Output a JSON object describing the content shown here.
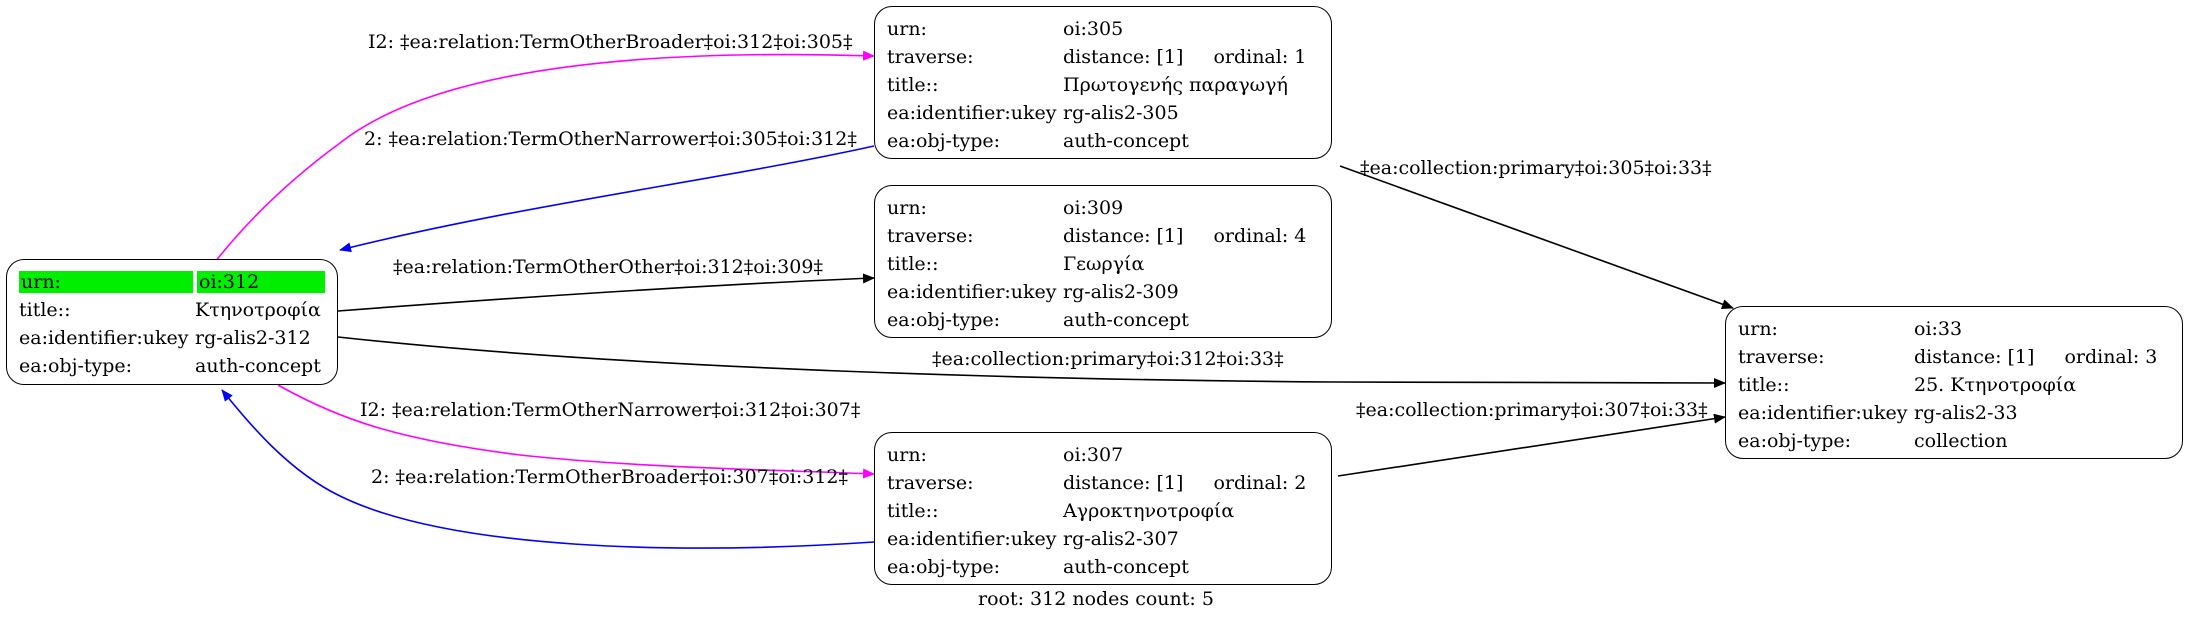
{
  "colors": {
    "broader": "#ff00ff",
    "narrower": "#0000ff",
    "default": "#000000",
    "highlight": "#00ee00"
  },
  "nodes": {
    "n312": {
      "rows": [
        {
          "key": "urn:",
          "value": "oi:312"
        },
        {
          "key": "title::",
          "value": "Κτηνοτροφία"
        },
        {
          "key": "ea:identifier:ukey",
          "value": "rg-alis2-312"
        },
        {
          "key": "ea:obj-type:",
          "value": "auth-concept"
        }
      ]
    },
    "n305": {
      "urn": "oi:305",
      "distance": "distance: [1]",
      "ordinal": "ordinal: 1",
      "title": "Πρωτογενής παραγωγή",
      "ukey": "rg-alis2-305",
      "type": "auth-concept"
    },
    "n309": {
      "urn": "oi:309",
      "distance": "distance: [1]",
      "ordinal": "ordinal: 4",
      "title": "Γεωργία",
      "ukey": "rg-alis2-309",
      "type": "auth-concept"
    },
    "n307": {
      "urn": "oi:307",
      "distance": "distance: [1]",
      "ordinal": "ordinal: 2",
      "title": "Αγροκτηνοτροφία",
      "ukey": "rg-alis2-307",
      "type": "auth-concept"
    },
    "n33": {
      "urn": "oi:33",
      "distance": "distance: [1]",
      "ordinal": "ordinal: 3",
      "title": "25. Κτηνοτροφία",
      "ukey": "rg-alis2-33",
      "type": "collection"
    }
  },
  "keys": {
    "urn": "urn:",
    "traverse": "traverse:",
    "title": "title::",
    "ukey": "ea:identifier:ukey",
    "type": "ea:obj-type:"
  },
  "edges": {
    "e1": "I2: ‡ea:relation:TermOtherBroader‡oi:312‡oi:305‡",
    "e2": "2: ‡ea:relation:TermOtherNarrower‡oi:305‡oi:312‡",
    "e3": "‡ea:relation:TermOtherOther‡oi:312‡oi:309‡",
    "e4": "‡ea:collection:primary‡oi:305‡oi:33‡",
    "e5": "‡ea:collection:primary‡oi:312‡oi:33‡",
    "e6": "I2: ‡ea:relation:TermOtherNarrower‡oi:312‡oi:307‡",
    "e7": "‡ea:collection:primary‡oi:307‡oi:33‡",
    "e8": "2: ‡ea:relation:TermOtherBroader‡oi:307‡oi:312‡"
  },
  "footer": "root: 312 nodes count: 5"
}
